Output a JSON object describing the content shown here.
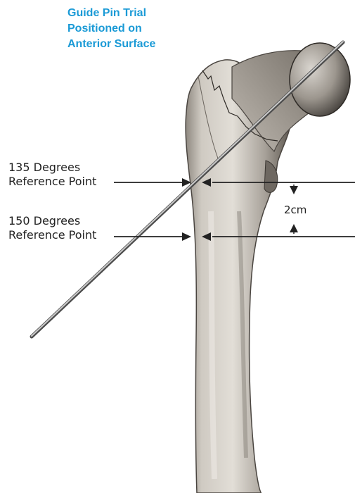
{
  "title": {
    "line1": "Guide Pin Trial",
    "line2": "Positioned on",
    "line3": "Anterior Surface"
  },
  "labels": {
    "ref135_line1": "135 Degrees",
    "ref135_line2": "Reference Point",
    "ref150_line1": "150 Degrees",
    "ref150_line2": "Reference Point",
    "distance": "2cm"
  },
  "colors": {
    "title": "#1a9ad6",
    "text": "#222222",
    "bone_fill": "#bdb8b0",
    "bone_shade": "#6b655e",
    "pin": "#8a8a8a"
  }
}
